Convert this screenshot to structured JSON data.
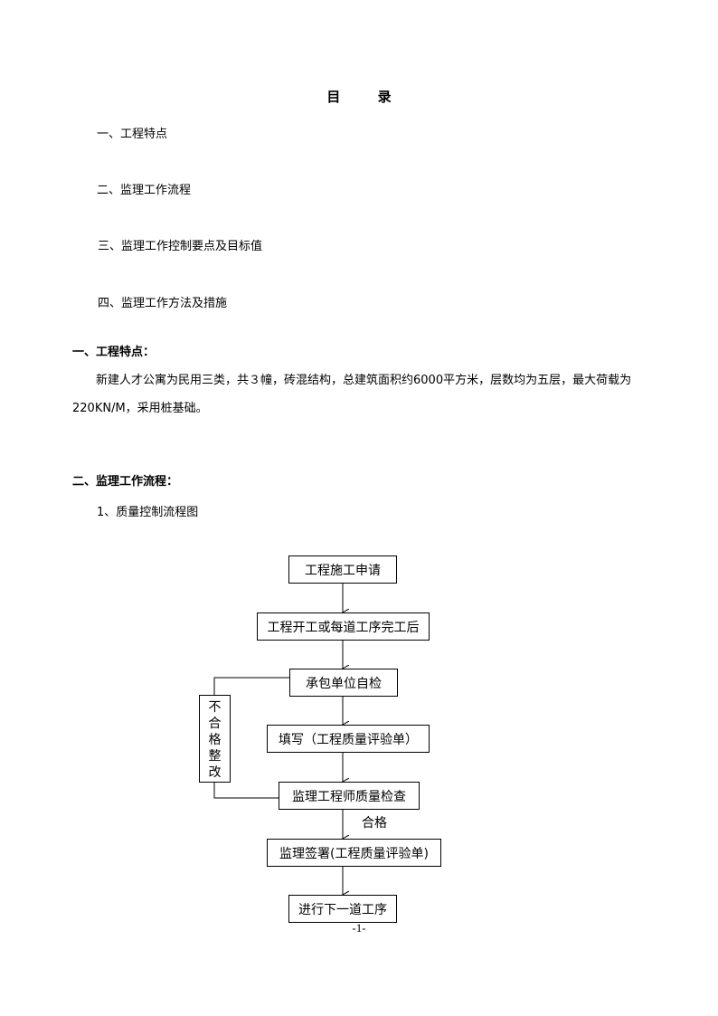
{
  "toc": {
    "title": "目  录",
    "items": [
      "一、工程特点",
      "二、监理工作流程",
      "三、监理工作控制要点及目标值",
      "四、监理工作方法及措施"
    ]
  },
  "section1": {
    "heading": "一、工程特点：",
    "paragraph": "新建人才公寓为民用三类，共３幢，砖混结构，总建筑面积约6000平方米，层数均为五层，最大荷载为220KN/M，采用桩基础。"
  },
  "section2": {
    "heading": "二、监理工作流程：",
    "subheading": "1、质量控制流程图"
  },
  "flowchart": {
    "steps": [
      "工程施工申请",
      "工程开工或每道工序完工后",
      "承包单位自检",
      "填写（工程质量评验单）",
      "监理工程师质量检查",
      "监理签署(工程质量评验单)",
      "进行下一道工序"
    ],
    "reject_label": "不合格整改",
    "pass_label": "合格"
  },
  "page_number": "-1-"
}
